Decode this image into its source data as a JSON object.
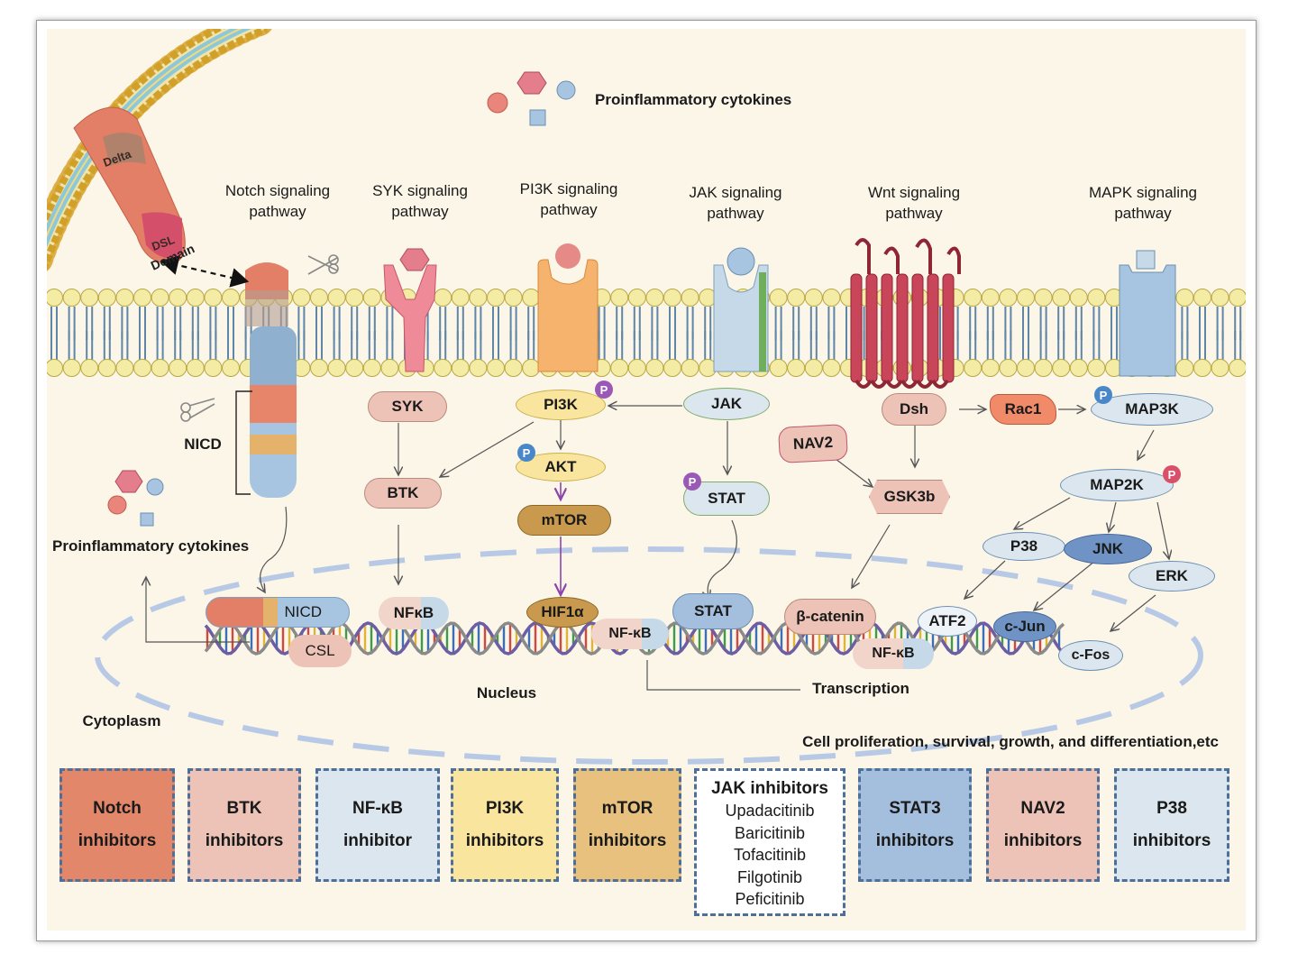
{
  "header": {
    "cytokines_top": "Proinflammatory cytokines"
  },
  "pathways": [
    {
      "id": "notch",
      "line1": "Notch signaling",
      "line2": "pathway"
    },
    {
      "id": "syk",
      "line1": "SYK signaling",
      "line2": "pathway"
    },
    {
      "id": "pi3k",
      "line1": "PI3K signaling",
      "line2": "pathway"
    },
    {
      "id": "jak",
      "line1": "JAK signaling",
      "line2": "pathway"
    },
    {
      "id": "wnt",
      "line1": "Wnt signaling",
      "line2": "pathway"
    },
    {
      "id": "mapk",
      "line1": "MAPK signaling",
      "line2": "pathway"
    }
  ],
  "notch": {
    "delta": "Delta",
    "dsl": "DSL",
    "domain": "Domain",
    "nicd": "NICD",
    "nicd_nuclear": "NICD",
    "csl": "CSL"
  },
  "proteins": {
    "syk": "SYK",
    "btk": "BTK",
    "nfkb1": "NFκB",
    "pi3k": "PI3K",
    "akt": "AKT",
    "mtor": "mTOR",
    "hif1a": "HIF1α",
    "nfkb2": "NF-κB",
    "jak": "JAK",
    "stat": "STAT",
    "stat_nuclear": "STAT",
    "nav2": "NAV2",
    "dsh": "Dsh",
    "gsk3b": "GSK3b",
    "bcatenin": "β-catenin",
    "nfkb3": "NF-κB",
    "rac1": "Rac1",
    "map3k": "MAP3K",
    "map2k": "MAP2K",
    "p38": "P38",
    "jnk": "JNK",
    "erk": "ERK",
    "atf2": "ATF2",
    "cjun": "c-Jun",
    "cfos": "c-Fos",
    "phospho": "P"
  },
  "labels": {
    "cytokines_left": "Proinflammatory cytokines",
    "nucleus": "Nucleus",
    "transcription": "Transcription",
    "cytoplasm": "Cytoplasm",
    "outcome": "Cell proliferation, survival, growth, and differentiation,etc"
  },
  "inhibitors": [
    {
      "line1": "Notch",
      "line2": "inhibitors",
      "color": "#e3876b"
    },
    {
      "line1": "BTK",
      "line2": "inhibitors",
      "color": "#ecc3b6"
    },
    {
      "line1": "NF-κB",
      "line2": "inhibitor",
      "color": "#dbe6ef"
    },
    {
      "line1": "PI3K",
      "line2": "inhibitors",
      "color": "#fae59e"
    },
    {
      "line1": "mTOR",
      "line2": "inhibitors",
      "color": "#e8c17e"
    },
    {
      "line1": "STAT3",
      "line2": "inhibitors",
      "color": "#a4bfde"
    },
    {
      "line1": "NAV2",
      "line2": "inhibitors",
      "color": "#ecc3b6"
    },
    {
      "line1": "P38",
      "line2": "inhibitors",
      "color": "#dbe6ef"
    }
  ],
  "jak_inhibitors": {
    "title": "JAK inhibitors",
    "drugs": [
      "Upadacitinib",
      "Baricitinib",
      "Tofacitinib",
      "Filgotinib",
      "Peficitinib"
    ],
    "color": "#ffffff"
  },
  "colors": {
    "background": "#fbf6e8",
    "membrane_head": "#f4eba5",
    "membrane_tail": "#5f86a6",
    "dashed_border": "#4d6f98",
    "p_badge": "#9b59b6"
  }
}
